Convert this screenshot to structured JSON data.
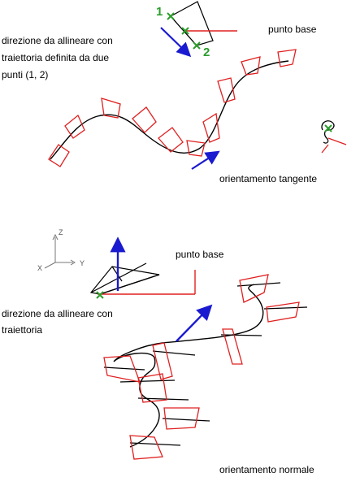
{
  "labels": {
    "top_desc_1": "direzione da allineare con",
    "top_desc_2": "traiettoria definita da due",
    "top_desc_3": "punti (1, 2)",
    "top_base_point": "punto base",
    "tangent_orientation": "orientamento tangente",
    "bottom_base_point": "punto base",
    "bottom_desc_1": "direzione da allineare con",
    "bottom_desc_2": "traiettoria",
    "normal_orientation": "orientamento normale",
    "point_1": "1",
    "point_2": "2",
    "axis_z": "Z",
    "axis_x": "X",
    "axis_y": "Y"
  },
  "colors": {
    "path": "#000000",
    "shape": "#e02020",
    "arrow": "#1a1ad0",
    "marker": "#2a9d2a",
    "axis": "#777777"
  }
}
